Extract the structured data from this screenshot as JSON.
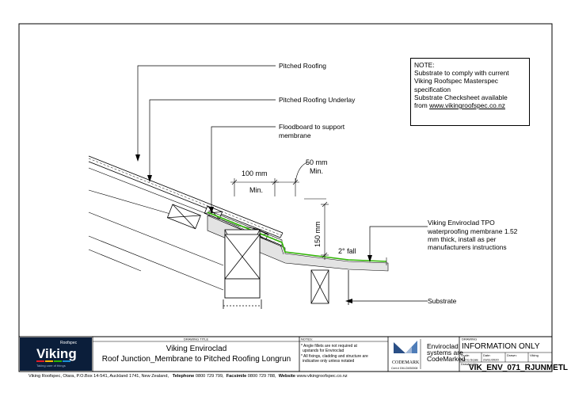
{
  "drawing": {
    "labels": {
      "pitched_roofing": "Pitched Roofing",
      "pitched_roofing_underlay": "Pitched Roofing Underlay",
      "floodboard_line1": "Floodboard to support",
      "floodboard_line2": "membrane",
      "tpo_line1": "Viking Enviroclad TPO",
      "tpo_line2": "waterproofing membrane 1.52",
      "tpo_line3": "mm thick, install as per",
      "tpo_line4": "manufacturers instructions",
      "substrate": "Substrate"
    },
    "dimensions": {
      "d100": "100 mm",
      "d100_min": "Min.",
      "d50": "50 mm",
      "d50_min": "Min.",
      "d150": "150 mm",
      "fall": "2° fall"
    }
  },
  "note": {
    "heading": "NOTE:",
    "line1": "Substrate to comply with current",
    "line2": "Viking Roofspec Masterspec",
    "line3": "specification",
    "line4": "Substrate Checksheet available",
    "line5_prefix": "from ",
    "line5_link": "www.vikingroofspec.co.nz"
  },
  "title_block": {
    "logo_small": "Roofspec",
    "logo": "Viking",
    "logo_tagline": "Taking care of things",
    "drawing_title_header": "DRAWING TITLE",
    "title_line1": "Viking Enviroclad",
    "title_line2": "Roof Junction_Membrane to Pitched Roofing Longrun",
    "notes_header": "NOTES:",
    "notes": [
      "* Angle fillets are not required at",
      "upstands for Enviroclad",
      "* All fixings, cladding and structure are",
      "indicative only unless notated"
    ],
    "codemark": "CODEMARK",
    "codemark_cert": "Cert # GM-CM30008",
    "enviroclad_line1": "Enviroclad",
    "enviroclad_line2": "systems are",
    "enviroclad_line3": "CodeMarked",
    "drawing_header": "DRAWING",
    "information_only": "INFORMATION ONLY",
    "scale_label": "Scale:",
    "scale_value": "Not to Scale",
    "date_label": "Date:",
    "date_value": "23/11/2020",
    "drawn_label": "Drawn:",
    "drawn_value": "Viking",
    "dwg_label": "Drawing No:",
    "dwg_number": "VIK_ENV_071_RJUNMETL"
  },
  "footer": {
    "address": "Viking Roofspec, Otara, P.O.Box 14-541, Auckland 1741, New Zealand,",
    "tel_label": "Telephone",
    "tel": "0800 729 799,",
    "fax_label": "Facsimile",
    "fax": "0800 729 788,",
    "web_label": "Website",
    "web": "www.vikingroofspec.co.nz"
  },
  "colors": {
    "membrane": "#2db300",
    "logo_bg": "#0b1e3a",
    "codemark_blue": "#2a4f86"
  }
}
